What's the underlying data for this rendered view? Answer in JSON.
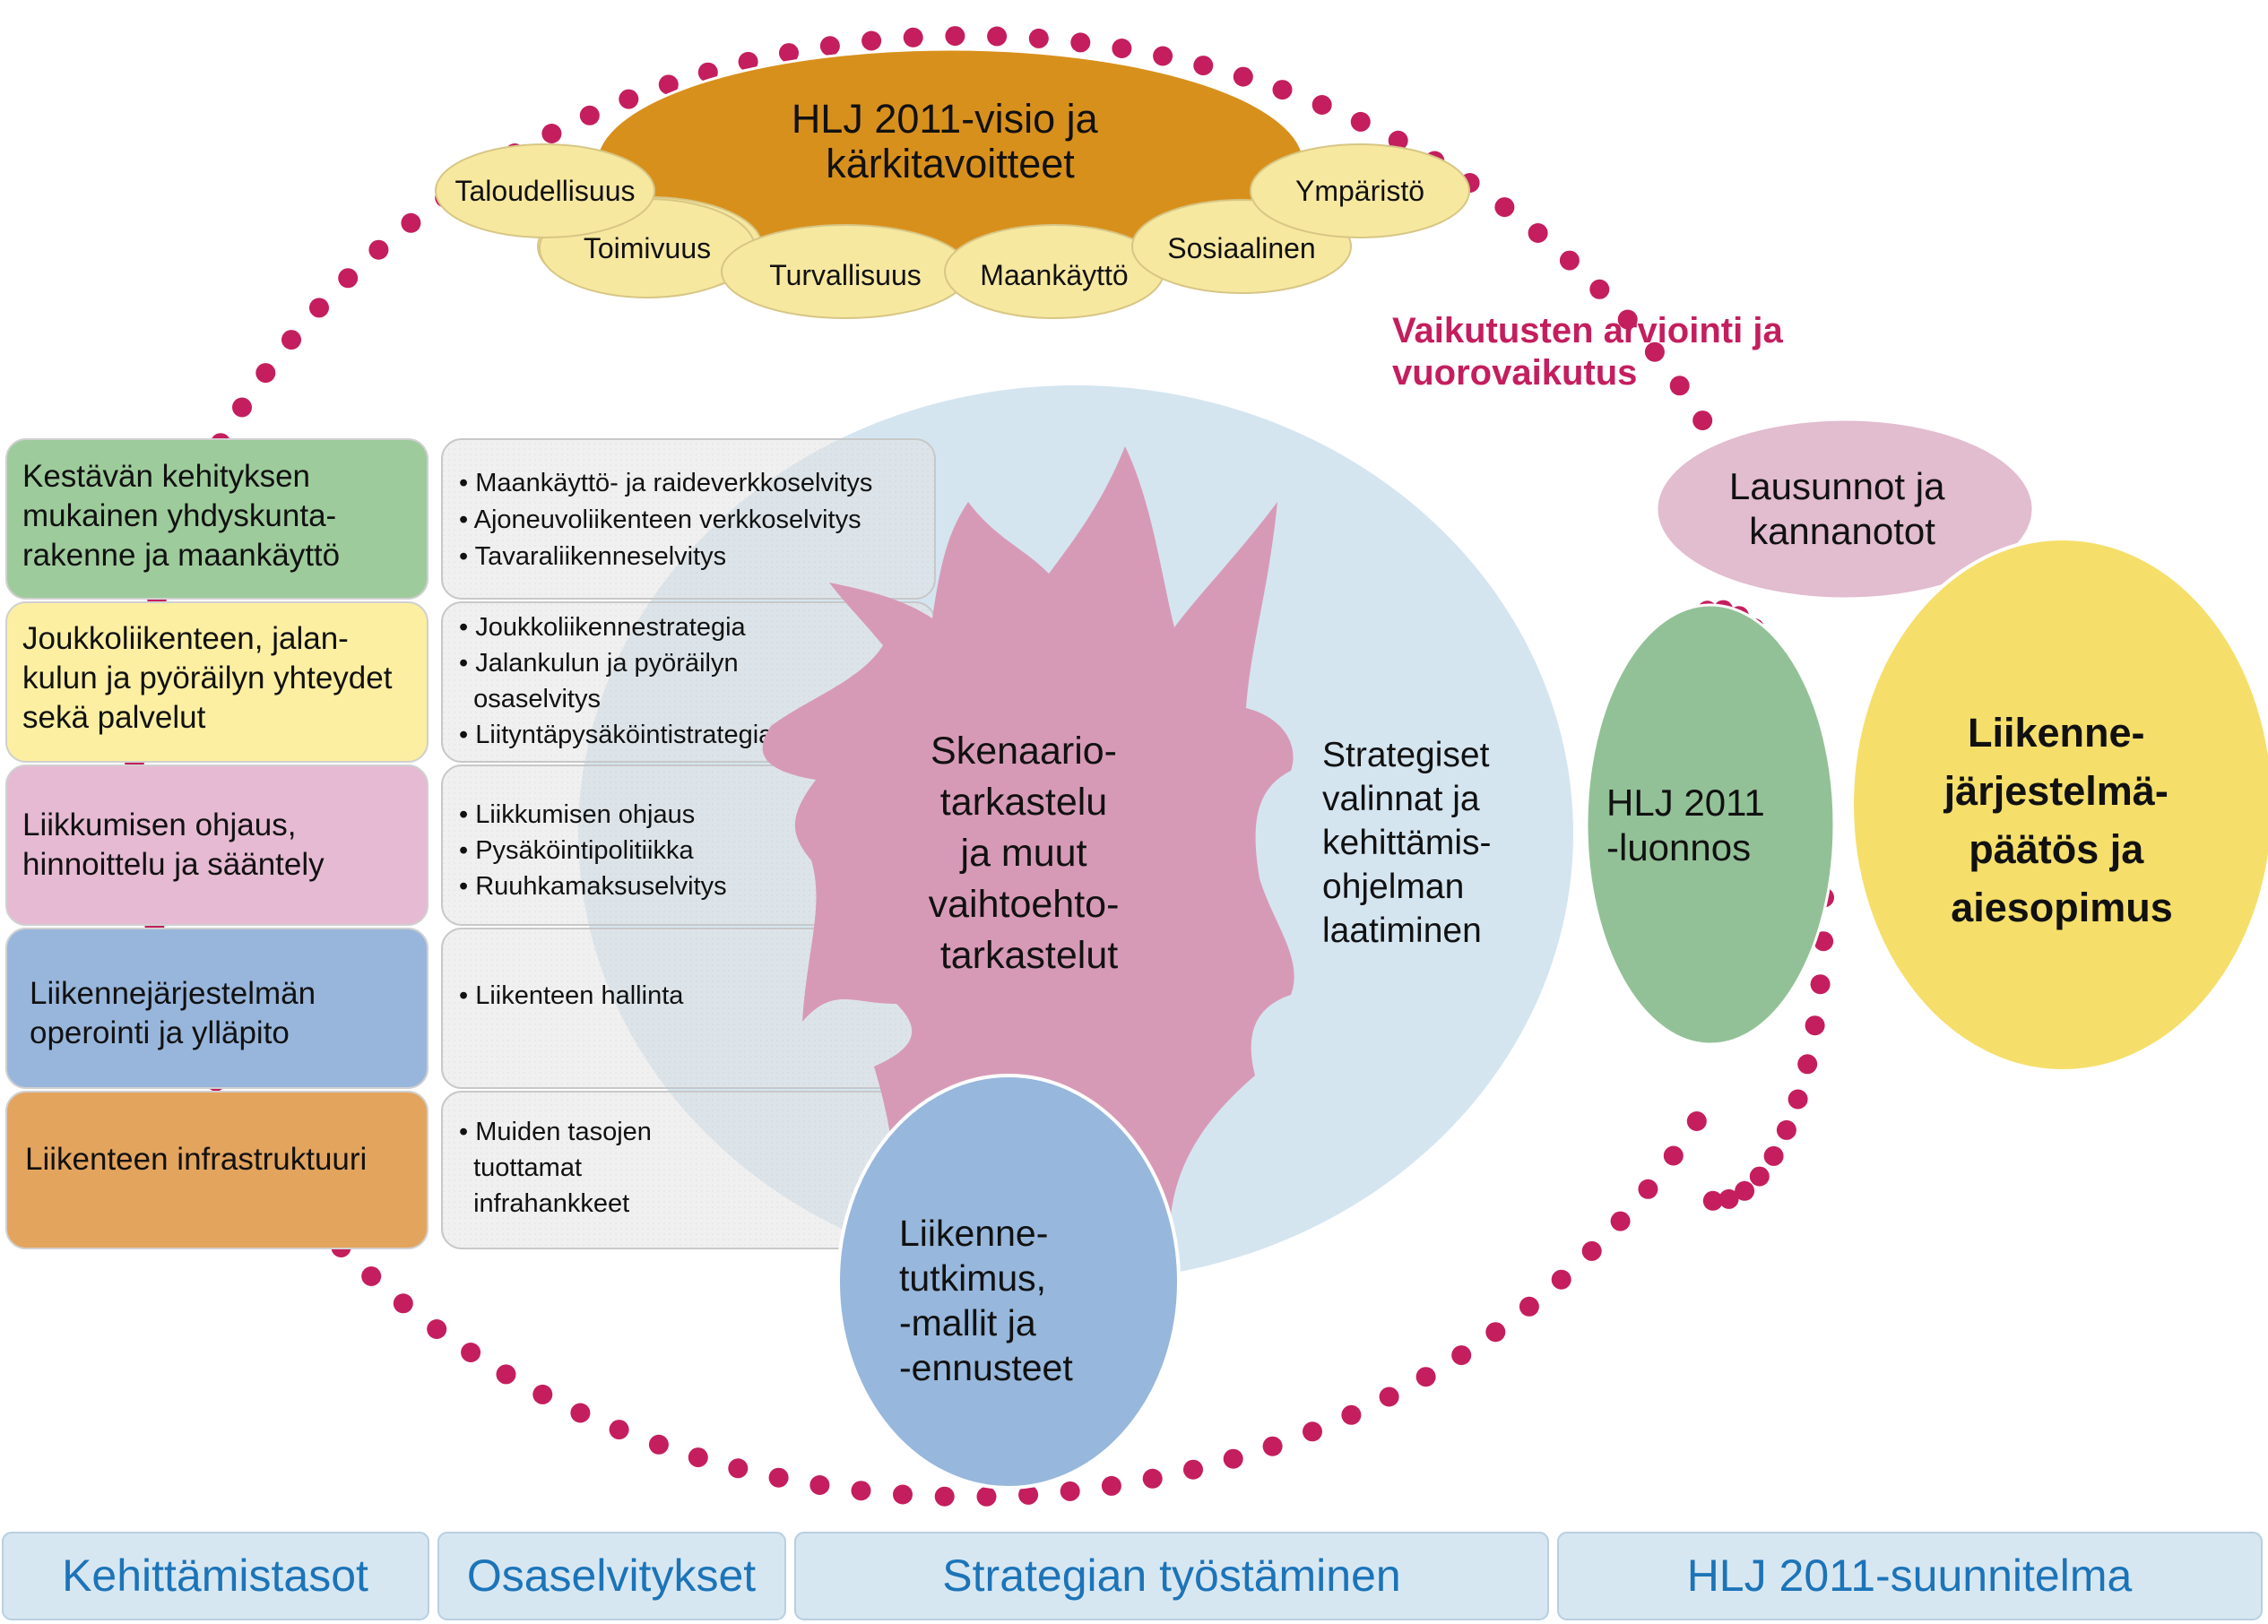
{
  "vision": {
    "title_lines": [
      "HLJ 2011-visio ja",
      "kärkitavoitteet"
    ],
    "goals": [
      "Taloudellisuus",
      "Toimivuus",
      "Turvallisuus",
      "Maankäyttö",
      "Sosiaalinen",
      "Ympäristö"
    ]
  },
  "assessment_label_lines": [
    "Vaikutusten arviointi ja",
    "vuorovaikutus"
  ],
  "levels": [
    {
      "label_lines": [
        "Kestävän kehityksen",
        "mukainen yhdyskunta-",
        "rakenne ja maankäyttö"
      ],
      "studies": [
        "• Maankäyttö- ja raideverkkoselvitys",
        "• Ajoneuvoliikenteen verkkoselvitys",
        "• Tavaraliikenneselvitys"
      ]
    },
    {
      "label_lines": [
        "Joukkoliikenteen, jalan-",
        "kulun ja pyöräilyn yhteydet",
        "sekä palvelut"
      ],
      "studies": [
        "• Joukkoliikennestrategia",
        "• Jalankulun ja pyöräilyn",
        "  osaselvitys",
        "• Liityntäpysäköintistrategia"
      ]
    },
    {
      "label_lines": [
        "Liikkumisen ohjaus,",
        "hinnoittelu ja sääntely"
      ],
      "studies": [
        "• Liikkumisen ohjaus",
        "• Pysäköintipolitiikka",
        "• Ruuhkamaksuselvitys"
      ]
    },
    {
      "label_lines": [
        "Liikennejärjestelmän",
        "operointi ja ylläpito"
      ],
      "studies": [
        "• Liikenteen hallinta"
      ]
    },
    {
      "label_lines": [
        "Liikenteen infrastruktuuri"
      ],
      "studies": [
        "• Muiden tasojen",
        "  tuottamat",
        "  infrahankkeet"
      ]
    }
  ],
  "scenario_lines": [
    "Skenaario-",
    "tarkastelu",
    "ja muut",
    "vaihtoehto-",
    "tarkastelut"
  ],
  "strategy_lines": [
    "Strategiset",
    "valinnat ja",
    "kehittämis-",
    "ohjelman",
    "laatiminen"
  ],
  "research_lines": [
    "Liikenne-",
    "tutkimus,",
    "-mallit ja",
    "-ennusteet"
  ],
  "statements_lines": [
    "Lausunnot ja",
    "kannanotot"
  ],
  "draft_lines": [
    "HLJ 2011",
    "-luonnos"
  ],
  "decision_lines": [
    "Liikenne-",
    "järjestelmä-",
    "päätös ja",
    "aiesopimus"
  ],
  "footer": [
    "Kehittämistasot",
    "Osaselvitykset",
    "Strategian työstäminen",
    "HLJ 2011-suunnitelma"
  ],
  "colors": {
    "dots": "#c41e5e",
    "vision": "#d8901c",
    "goal": "#f7e8a0",
    "center_ellipse": "#d4e5f0",
    "scenario_blob": "#d79ab6",
    "research": "#97b7dc",
    "statements": "#e2bccf",
    "draft": "#93c197",
    "decision": "#f5df6a",
    "level_colors": [
      "#9ecb9c",
      "#fcefa2",
      "#e6bad3",
      "#98b6dc",
      "#e3a45e"
    ],
    "footer": "#d7e7f2",
    "footer_text": "#1c74b8"
  }
}
